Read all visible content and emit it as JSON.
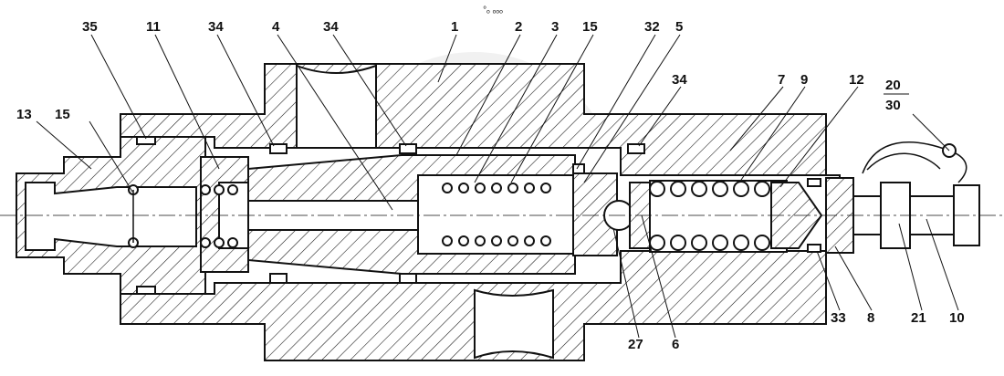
{
  "header": {
    "mark": "°ₒ ₒₒₒ"
  },
  "callouts": {
    "c35": "35",
    "c11": "11",
    "c34a": "34",
    "c4": "4",
    "c34b": "34",
    "c1": "1",
    "c2": "2",
    "c3": "3",
    "c15a": "15",
    "c32": "32",
    "c5": "5",
    "c34c": "34",
    "c7": "7",
    "c9": "9",
    "c12": "12",
    "c20": "20",
    "c30": "30",
    "c13": "13",
    "c15b": "15",
    "c27": "27",
    "c6": "6",
    "c33": "33",
    "c8": "8",
    "c21": "21",
    "c10": "10"
  },
  "colors": {
    "ink": "#111111",
    "paper": "#ffffff",
    "watermark": "#d8d8d8"
  }
}
